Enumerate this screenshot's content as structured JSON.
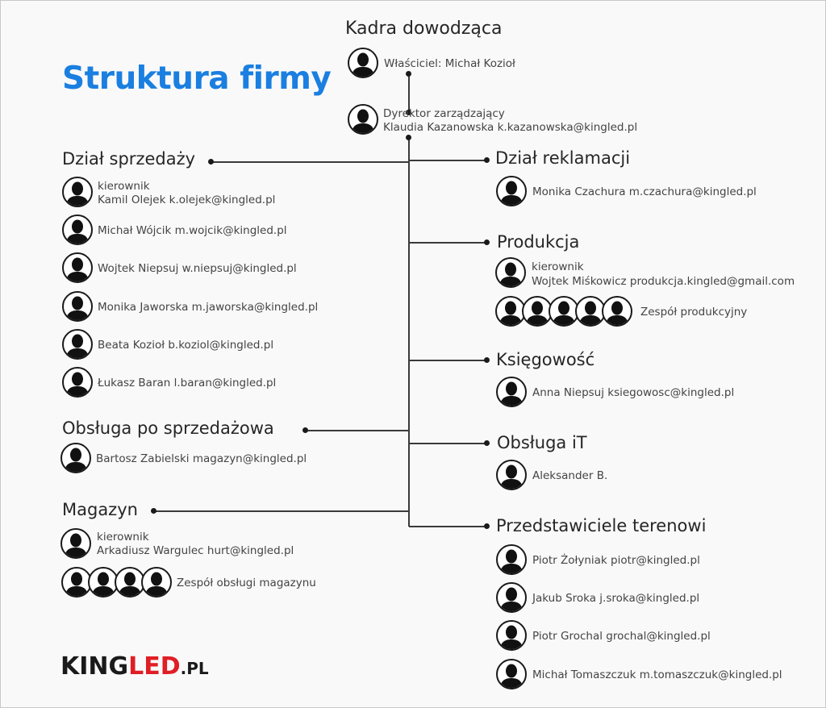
{
  "title": "Struktura firmy",
  "colors": {
    "title": "#1a7fe0",
    "logo_red": "#e01e25",
    "lines": "#3a3a3a"
  },
  "top": {
    "heading": "Kadra dowodząca",
    "owner": "Właściciel: Michał Kozioł",
    "director_role": "Dyrektor zarządzający",
    "director_name": "Klaudia Kazanowska  k.kazanowska@kingled.pl"
  },
  "sales": {
    "heading": "Dział sprzedaży",
    "manager_role": "kierownik",
    "manager": "Kamil Olejek  k.olejek@kingled.pl",
    "members": [
      "Michał Wójcik  m.wojcik@kingled.pl",
      "Wojtek Niepsuj  w.niepsuj@kingled.pl",
      "Monika Jaworska  m.jaworska@kingled.pl",
      "Beata Kozioł  b.koziol@kingled.pl",
      "Łukasz Baran  l.baran@kingled.pl"
    ]
  },
  "aftersales": {
    "heading": "Obsługa po sprzedażowa",
    "member": "Bartosz Zabielski  magazyn@kingled.pl"
  },
  "warehouse": {
    "heading": "Magazyn",
    "manager_role": "kierownik",
    "manager": "Arkadiusz Wargulec  hurt@kingled.pl",
    "team": "Zespół obsługi magazynu"
  },
  "complaints": {
    "heading": "Dział reklamacji",
    "member": "Monika Czachura m.czachura@kingled.pl"
  },
  "production": {
    "heading": "Produkcja",
    "manager_role": "kierownik",
    "manager": "Wojtek Miśkowicz   produkcja.kingled@gmail.com",
    "team": "Zespół produkcyjny"
  },
  "accounting": {
    "heading": "Księgowość",
    "member": "Anna Niepsuj ksiegowosc@kingled.pl"
  },
  "it": {
    "heading": "Obsługa iT",
    "member": "Aleksander B."
  },
  "field": {
    "heading": "Przedstawiciele terenowi",
    "members": [
      "Piotr Żołyniak piotr@kingled.pl",
      "Jakub Sroka j.sroka@kingled.pl",
      "Piotr Grochal grochal@kingled.pl",
      "Michał Tomaszczuk m.tomaszczuk@kingled.pl"
    ]
  },
  "logo": {
    "king": "KING",
    "led": "LED",
    "pl": ".PL"
  },
  "icons": {
    "person": "person-avatar-icon",
    "connector": "connector-dot-icon"
  }
}
